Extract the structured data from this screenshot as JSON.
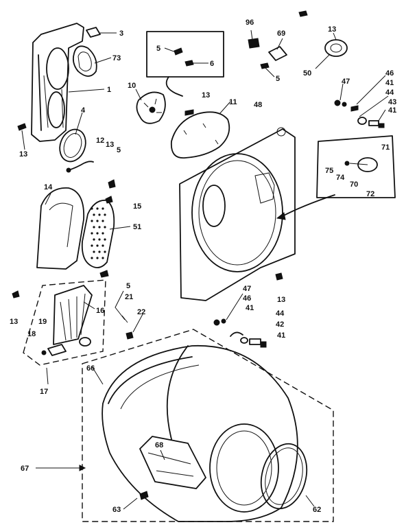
{
  "labels": [
    {
      "id": "3",
      "text": "3"
    },
    {
      "id": "73",
      "text": "73"
    },
    {
      "id": "1",
      "text": "1"
    },
    {
      "id": "4",
      "text": "4"
    },
    {
      "id": "13a",
      "text": "13"
    },
    {
      "id": "12",
      "text": "12"
    },
    {
      "id": "13b",
      "text": "13"
    },
    {
      "id": "5a",
      "text": "5"
    },
    {
      "id": "5b",
      "text": "5"
    },
    {
      "id": "6",
      "text": "6"
    },
    {
      "id": "10",
      "text": "10"
    },
    {
      "id": "13c",
      "text": "13"
    },
    {
      "id": "11",
      "text": "11"
    },
    {
      "id": "96",
      "text": "96"
    },
    {
      "id": "69",
      "text": "69"
    },
    {
      "id": "5c",
      "text": "5"
    },
    {
      "id": "13d",
      "text": "13"
    },
    {
      "id": "50",
      "text": "50"
    },
    {
      "id": "47a",
      "text": "47"
    },
    {
      "id": "46a",
      "text": "46"
    },
    {
      "id": "41a",
      "text": "41"
    },
    {
      "id": "44a",
      "text": "44"
    },
    {
      "id": "43",
      "text": "43"
    },
    {
      "id": "41b",
      "text": "41"
    },
    {
      "id": "48",
      "text": "48"
    },
    {
      "id": "71",
      "text": "71"
    },
    {
      "id": "75",
      "text": "75"
    },
    {
      "id": "74",
      "text": "74"
    },
    {
      "id": "70",
      "text": "70"
    },
    {
      "id": "72",
      "text": "72"
    },
    {
      "id": "14",
      "text": "14"
    },
    {
      "id": "15",
      "text": "15"
    },
    {
      "id": "51",
      "text": "51"
    },
    {
      "id": "5d",
      "text": "5"
    },
    {
      "id": "21",
      "text": "21"
    },
    {
      "id": "22",
      "text": "22"
    },
    {
      "id": "16",
      "text": "16"
    },
    {
      "id": "13e",
      "text": "13"
    },
    {
      "id": "19",
      "text": "19"
    },
    {
      "id": "18",
      "text": "18"
    },
    {
      "id": "17",
      "text": "17"
    },
    {
      "id": "47b",
      "text": "47"
    },
    {
      "id": "46b",
      "text": "46"
    },
    {
      "id": "41c",
      "text": "41"
    },
    {
      "id": "13f",
      "text": "13"
    },
    {
      "id": "44b",
      "text": "44"
    },
    {
      "id": "42",
      "text": "42"
    },
    {
      "id": "41d",
      "text": "41"
    },
    {
      "id": "66",
      "text": "66"
    },
    {
      "id": "68",
      "text": "68"
    },
    {
      "id": "67",
      "text": "67"
    },
    {
      "id": "63",
      "text": "63"
    },
    {
      "id": "62",
      "text": "62"
    }
  ]
}
